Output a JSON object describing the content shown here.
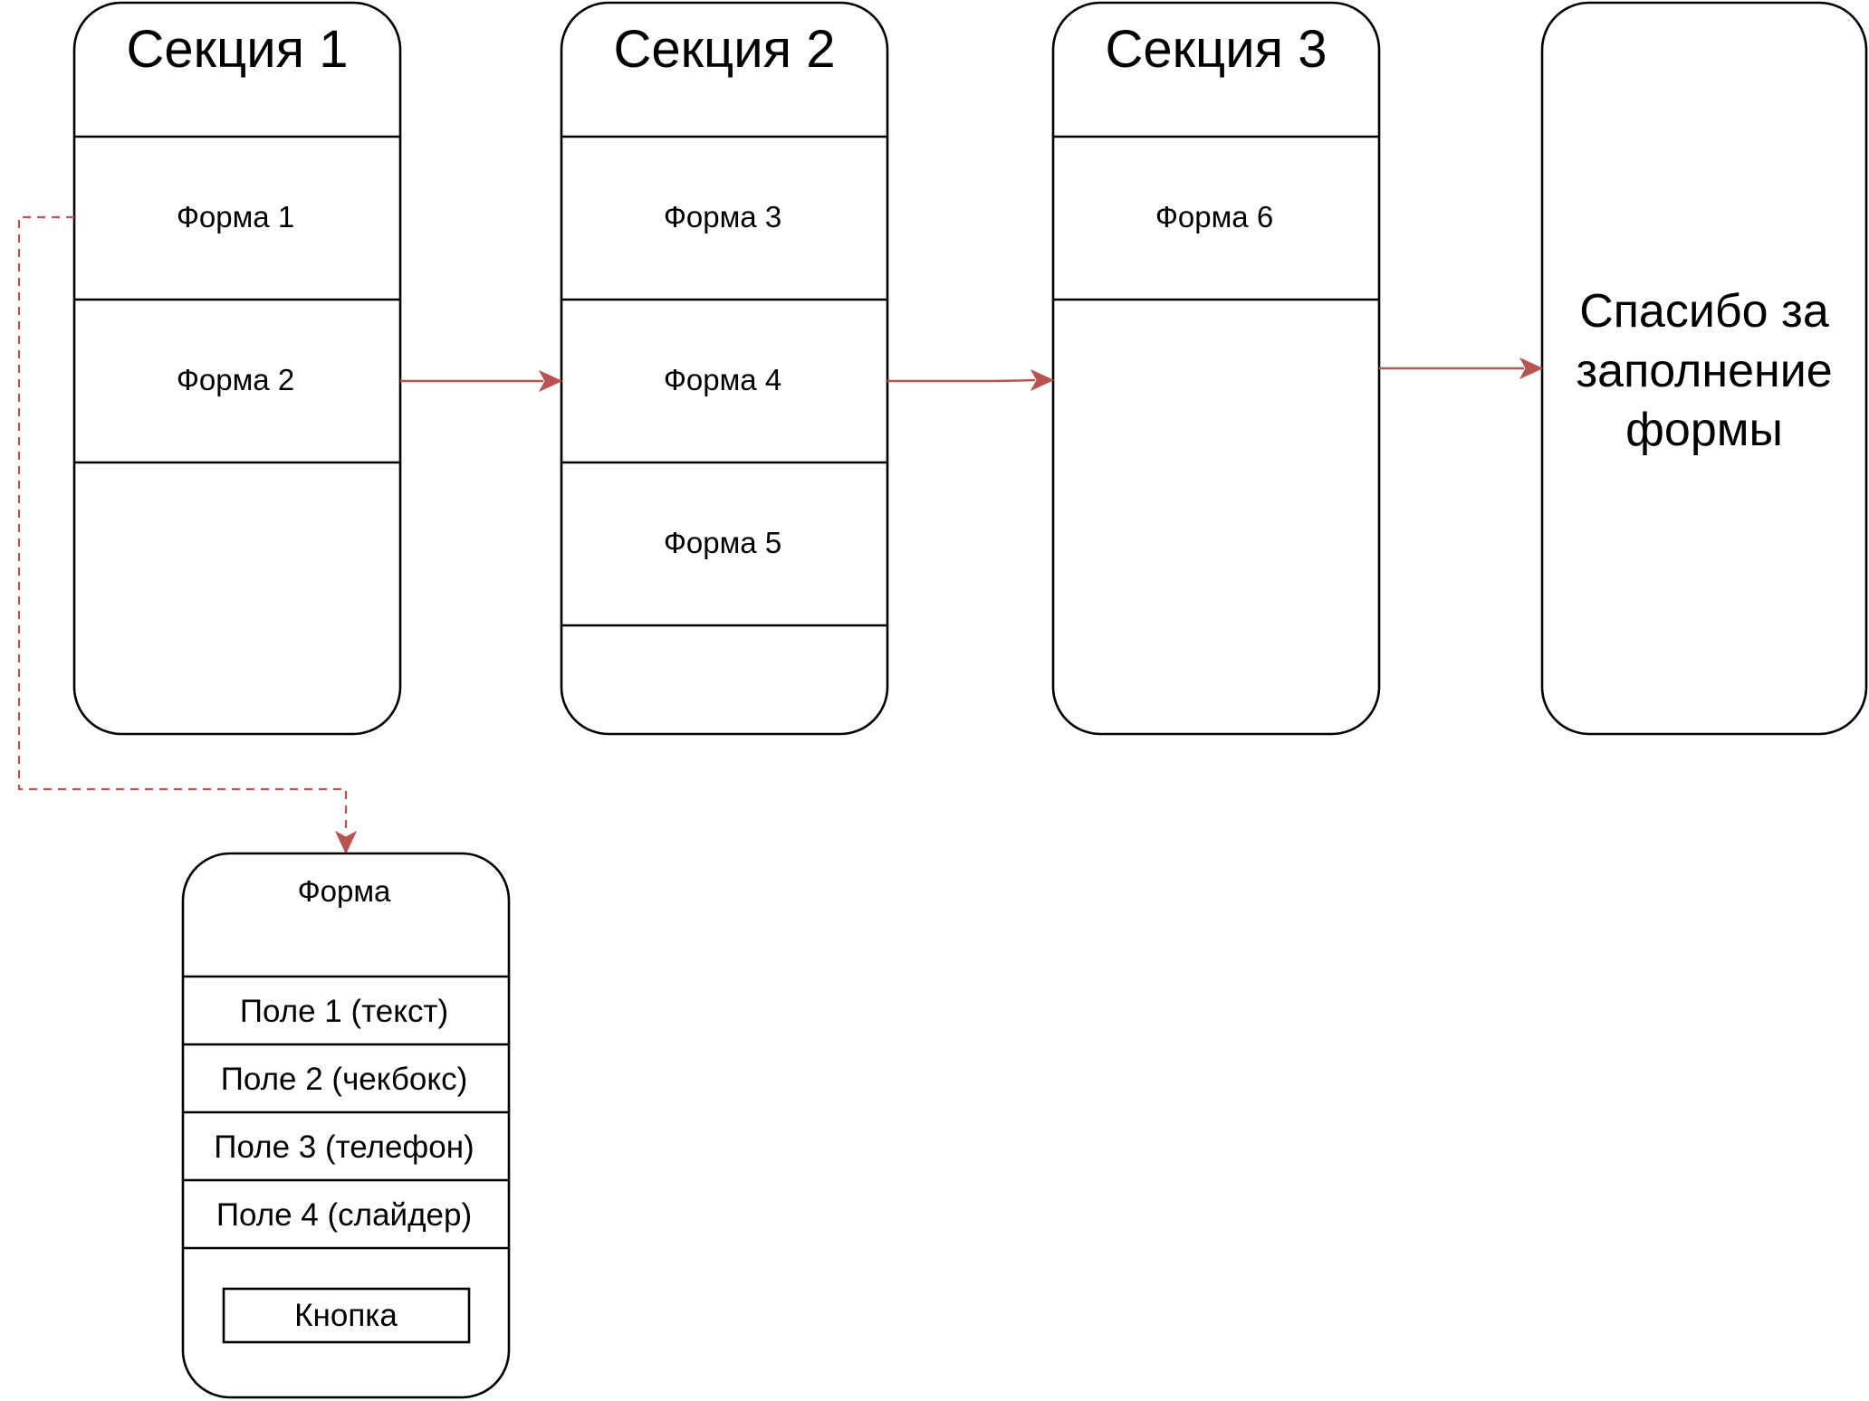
{
  "sections": [
    {
      "title": "Секция 1",
      "forms": [
        "Форма 1",
        "Форма 2"
      ]
    },
    {
      "title": "Секция 2",
      "forms": [
        "Форма 3",
        "Форма 4",
        "Форма 5"
      ]
    },
    {
      "title": "Секция 3",
      "forms": [
        "Форма 6"
      ]
    }
  ],
  "thanks": {
    "lines": [
      "Спасибо за",
      "заполнение",
      "формы"
    ]
  },
  "form_detail": {
    "title": "Форма",
    "fields": [
      "Поле 1 (текст)",
      "Поле 2 (чекбокс)",
      "Поле 3 (телефон)",
      "Поле 4 (слайдер)"
    ],
    "button_label": "Кнопка"
  },
  "colors": {
    "arrow": "#b85450",
    "outline": "#000000",
    "background": "#ffffff"
  }
}
